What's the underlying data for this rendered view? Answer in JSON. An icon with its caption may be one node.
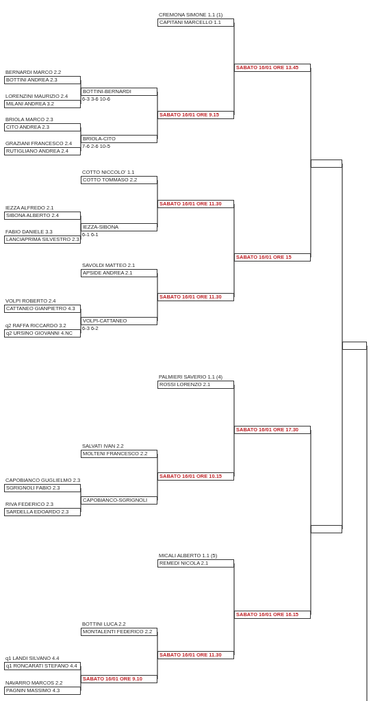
{
  "diagram": {
    "nodes": [
      {
        "text": [
          "CREMONA SIMONE 1.1 (1)",
          "CAPITANI MARCELLO 1.1"
        ]
      },
      {
        "text": [
          "BERNARDI MARCO 2.2",
          "BOTTINI ANDREA 2.3"
        ]
      },
      {
        "text": [
          "LORENZINI MAURIZIO 2.4",
          "MILANI ANDREA 3.2"
        ]
      },
      {
        "text": [
          "BOTTINI-BERNARDI",
          "6-3 3-6 10-6"
        ]
      },
      {
        "text": [
          "BRIOLA MARCO 2.3",
          "CITO ANDREA 2.3"
        ]
      },
      {
        "text": [
          "GRAZIANI FRANCESCO 2.4",
          "RUTIGLIANO ANDREA 2.4"
        ]
      },
      {
        "text": [
          "BRIOLA-CITO",
          "7-6 2-6 10-5"
        ]
      },
      {
        "text": [
          "SABATO 16/01 ORE 9.15"
        ]
      },
      {
        "text": [
          "SABATO 16/01 ORE 13.45"
        ]
      },
      {
        "text": [
          "COTTO NICCOLO' 1.1",
          "COTTO TOMMASO 2.2"
        ]
      },
      {
        "text": [
          "IEZZA ALFREDO 2.1",
          "SIBONA ALBERTO 2.4"
        ]
      },
      {
        "text": [
          "FABIO DANIELE 3.3",
          "LANCIAPRIMA SILVESTRO 2.3"
        ]
      },
      {
        "text": [
          "IEZZA-SIBONA",
          "6-1 6-1"
        ]
      },
      {
        "text": [
          "SABATO 16/01 ORE 11.30"
        ]
      },
      {
        "text": [
          "SAVOLDI MATTEO 2.1",
          "APSIDE ANDREA 2.1"
        ]
      },
      {
        "text": [
          "VOLPI ROBERTO 2.4",
          "CATTANEO GIANPIETRO 4.3"
        ]
      },
      {
        "text": [
          "q2 RAFFA RICCARDO 3.2",
          "q2 URSINO GIOVANNI 4.NC"
        ]
      },
      {
        "text": [
          "VOLPI-CATTANEO",
          "6-3 6-2"
        ]
      },
      {
        "text": [
          "SABATO 16/01 ORE 11.30"
        ]
      },
      {
        "text": [
          "SABATO 16/01 ORE 15"
        ]
      },
      {
        "text": [],
        "shape": "box"
      },
      {
        "text": [
          "PALMIERI SAVERIO 1.1 (4)",
          "ROSSI LORENZO 2.1"
        ]
      },
      {
        "text": [
          "SALVATI IVAN 2.2",
          "MOLTENI FRANCESCO 2.2"
        ]
      },
      {
        "text": [
          "CAPOBIANCO GUGLIELMO 2.3",
          "SGRIGNOLI FABIO 2.3"
        ]
      },
      {
        "text": [
          "RIVA FEDERICO 2.3",
          "SARDELLA EDOARDO 2.3"
        ]
      },
      {
        "text": [
          "CAPOBIANCO-SGRIGNOLI"
        ]
      },
      {
        "text": [
          "SABATO 16/01 ORE 10.15"
        ]
      },
      {
        "text": [
          "SABATO 16/01 ORE 17.30"
        ]
      },
      {
        "text": [
          "MICALI ALBERTO 1.1 (5)",
          "REMEDI NICOLA 2.1"
        ]
      },
      {
        "text": [
          "BOTTINI LUCA 2.2",
          "MONTALENTI FEDERICO 2.2"
        ]
      },
      {
        "text": [
          "q1 LANDI SILVANO 4.4",
          "q1 RONCARATI STEFANO 4.4"
        ]
      },
      {
        "text": [
          "NAVARRO MARCOS 2.2",
          "PAGNIN MASSIMO 4.3"
        ]
      },
      {
        "text": [
          "SABATO 16/01 ORE 9.10"
        ]
      },
      {
        "text": [
          "SABATO 16/01 ORE 11.30"
        ]
      },
      {
        "text": [
          "SABATO 16/01 ORE 16.15"
        ]
      },
      {
        "text": [],
        "shape": "box"
      },
      {
        "text": [],
        "shape": "box"
      }
    ],
    "edges": [
      {
        "from": 1,
        "to": 3,
        "arrow": "none"
      },
      {
        "from": 2,
        "to": 3,
        "arrow": "none"
      },
      {
        "from": 4,
        "to": 6,
        "arrow": "none"
      },
      {
        "from": 5,
        "to": 6,
        "arrow": "none"
      },
      {
        "from": 3,
        "to": 7,
        "arrow": "none"
      },
      {
        "from": 6,
        "to": 7,
        "arrow": "none"
      },
      {
        "from": 0,
        "to": 8,
        "arrow": "none"
      },
      {
        "from": 7,
        "to": 8,
        "arrow": "none"
      },
      {
        "from": 10,
        "to": 12,
        "arrow": "none"
      },
      {
        "from": 11,
        "to": 12,
        "arrow": "none"
      },
      {
        "from": 9,
        "to": 13,
        "arrow": "none"
      },
      {
        "from": 12,
        "to": 13,
        "arrow": "none"
      },
      {
        "from": 15,
        "to": 17,
        "arrow": "none"
      },
      {
        "from": 16,
        "to": 17,
        "arrow": "none"
      },
      {
        "from": 14,
        "to": 18,
        "arrow": "none"
      },
      {
        "from": 17,
        "to": 18,
        "arrow": "none"
      },
      {
        "from": 13,
        "to": 19,
        "arrow": "none"
      },
      {
        "from": 18,
        "to": 19,
        "arrow": "none"
      },
      {
        "from": 8,
        "to": 20,
        "arrow": "none"
      },
      {
        "from": 19,
        "to": 20,
        "arrow": "none"
      },
      {
        "from": 23,
        "to": 25,
        "arrow": "none"
      },
      {
        "from": 24,
        "to": 25,
        "arrow": "none"
      },
      {
        "from": 22,
        "to": 26,
        "arrow": "none"
      },
      {
        "from": 25,
        "to": 26,
        "arrow": "none"
      },
      {
        "from": 21,
        "to": 27,
        "arrow": "none"
      },
      {
        "from": 26,
        "to": 27,
        "arrow": "none"
      },
      {
        "from": 30,
        "to": 32,
        "arrow": "none"
      },
      {
        "from": 31,
        "to": 32,
        "arrow": "none"
      },
      {
        "from": 29,
        "to": 33,
        "arrow": "none"
      },
      {
        "from": 32,
        "to": 33,
        "arrow": "none"
      },
      {
        "from": 28,
        "to": 34,
        "arrow": "none"
      },
      {
        "from": 33,
        "to": 34,
        "arrow": "none"
      },
      {
        "from": 27,
        "to": 35,
        "arrow": "none"
      },
      {
        "from": 34,
        "to": 35,
        "arrow": "none"
      },
      {
        "from": 20,
        "to": 36,
        "arrow": "none"
      },
      {
        "from": 35,
        "to": 36,
        "arrow": "none"
      },
      {
        "from": 36,
        "to": null,
        "arrow": "none"
      }
    ]
  }
}
